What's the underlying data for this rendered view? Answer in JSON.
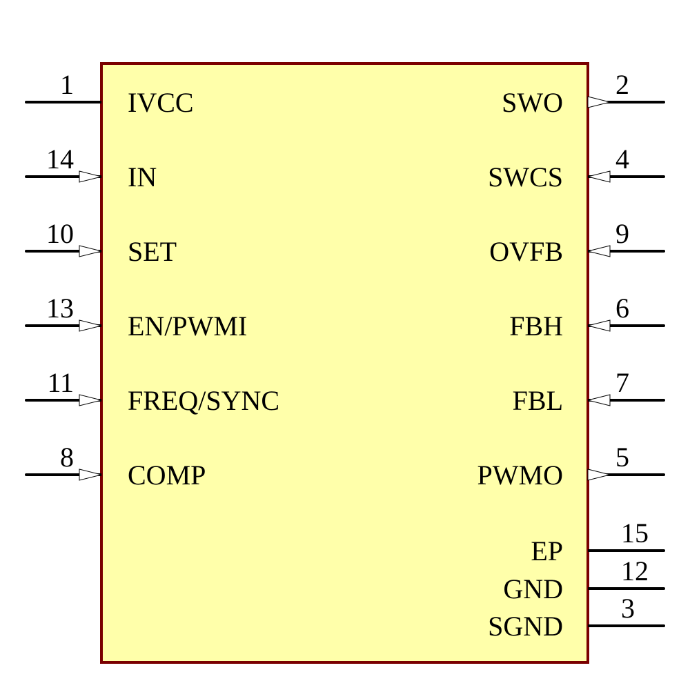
{
  "colors": {
    "body_fill": "#ffffaa",
    "body_stroke": "#7a0000",
    "pin_line": "#000000"
  },
  "left_pins": [
    {
      "number": "1",
      "name": "IVCC",
      "direction": "none"
    },
    {
      "number": "14",
      "name": "IN",
      "direction": "input"
    },
    {
      "number": "10",
      "name": "SET",
      "direction": "input"
    },
    {
      "number": "13",
      "name": "EN/PWMI",
      "direction": "input"
    },
    {
      "number": "11",
      "name": "FREQ/SYNC",
      "direction": "input"
    },
    {
      "number": "8",
      "name": "COMP",
      "direction": "input"
    }
  ],
  "right_pins": [
    {
      "number": "2",
      "name": "SWO",
      "direction": "output"
    },
    {
      "number": "4",
      "name": "SWCS",
      "direction": "input"
    },
    {
      "number": "9",
      "name": "OVFB",
      "direction": "input"
    },
    {
      "number": "6",
      "name": "FBH",
      "direction": "input"
    },
    {
      "number": "7",
      "name": "FBL",
      "direction": "input"
    },
    {
      "number": "5",
      "name": "PWMO",
      "direction": "output"
    }
  ],
  "right_power_pins": [
    {
      "number": "15",
      "name": "EP",
      "direction": "none"
    },
    {
      "number": "12",
      "name": "GND",
      "direction": "none"
    },
    {
      "number": "3",
      "name": "SGND",
      "direction": "none"
    }
  ]
}
